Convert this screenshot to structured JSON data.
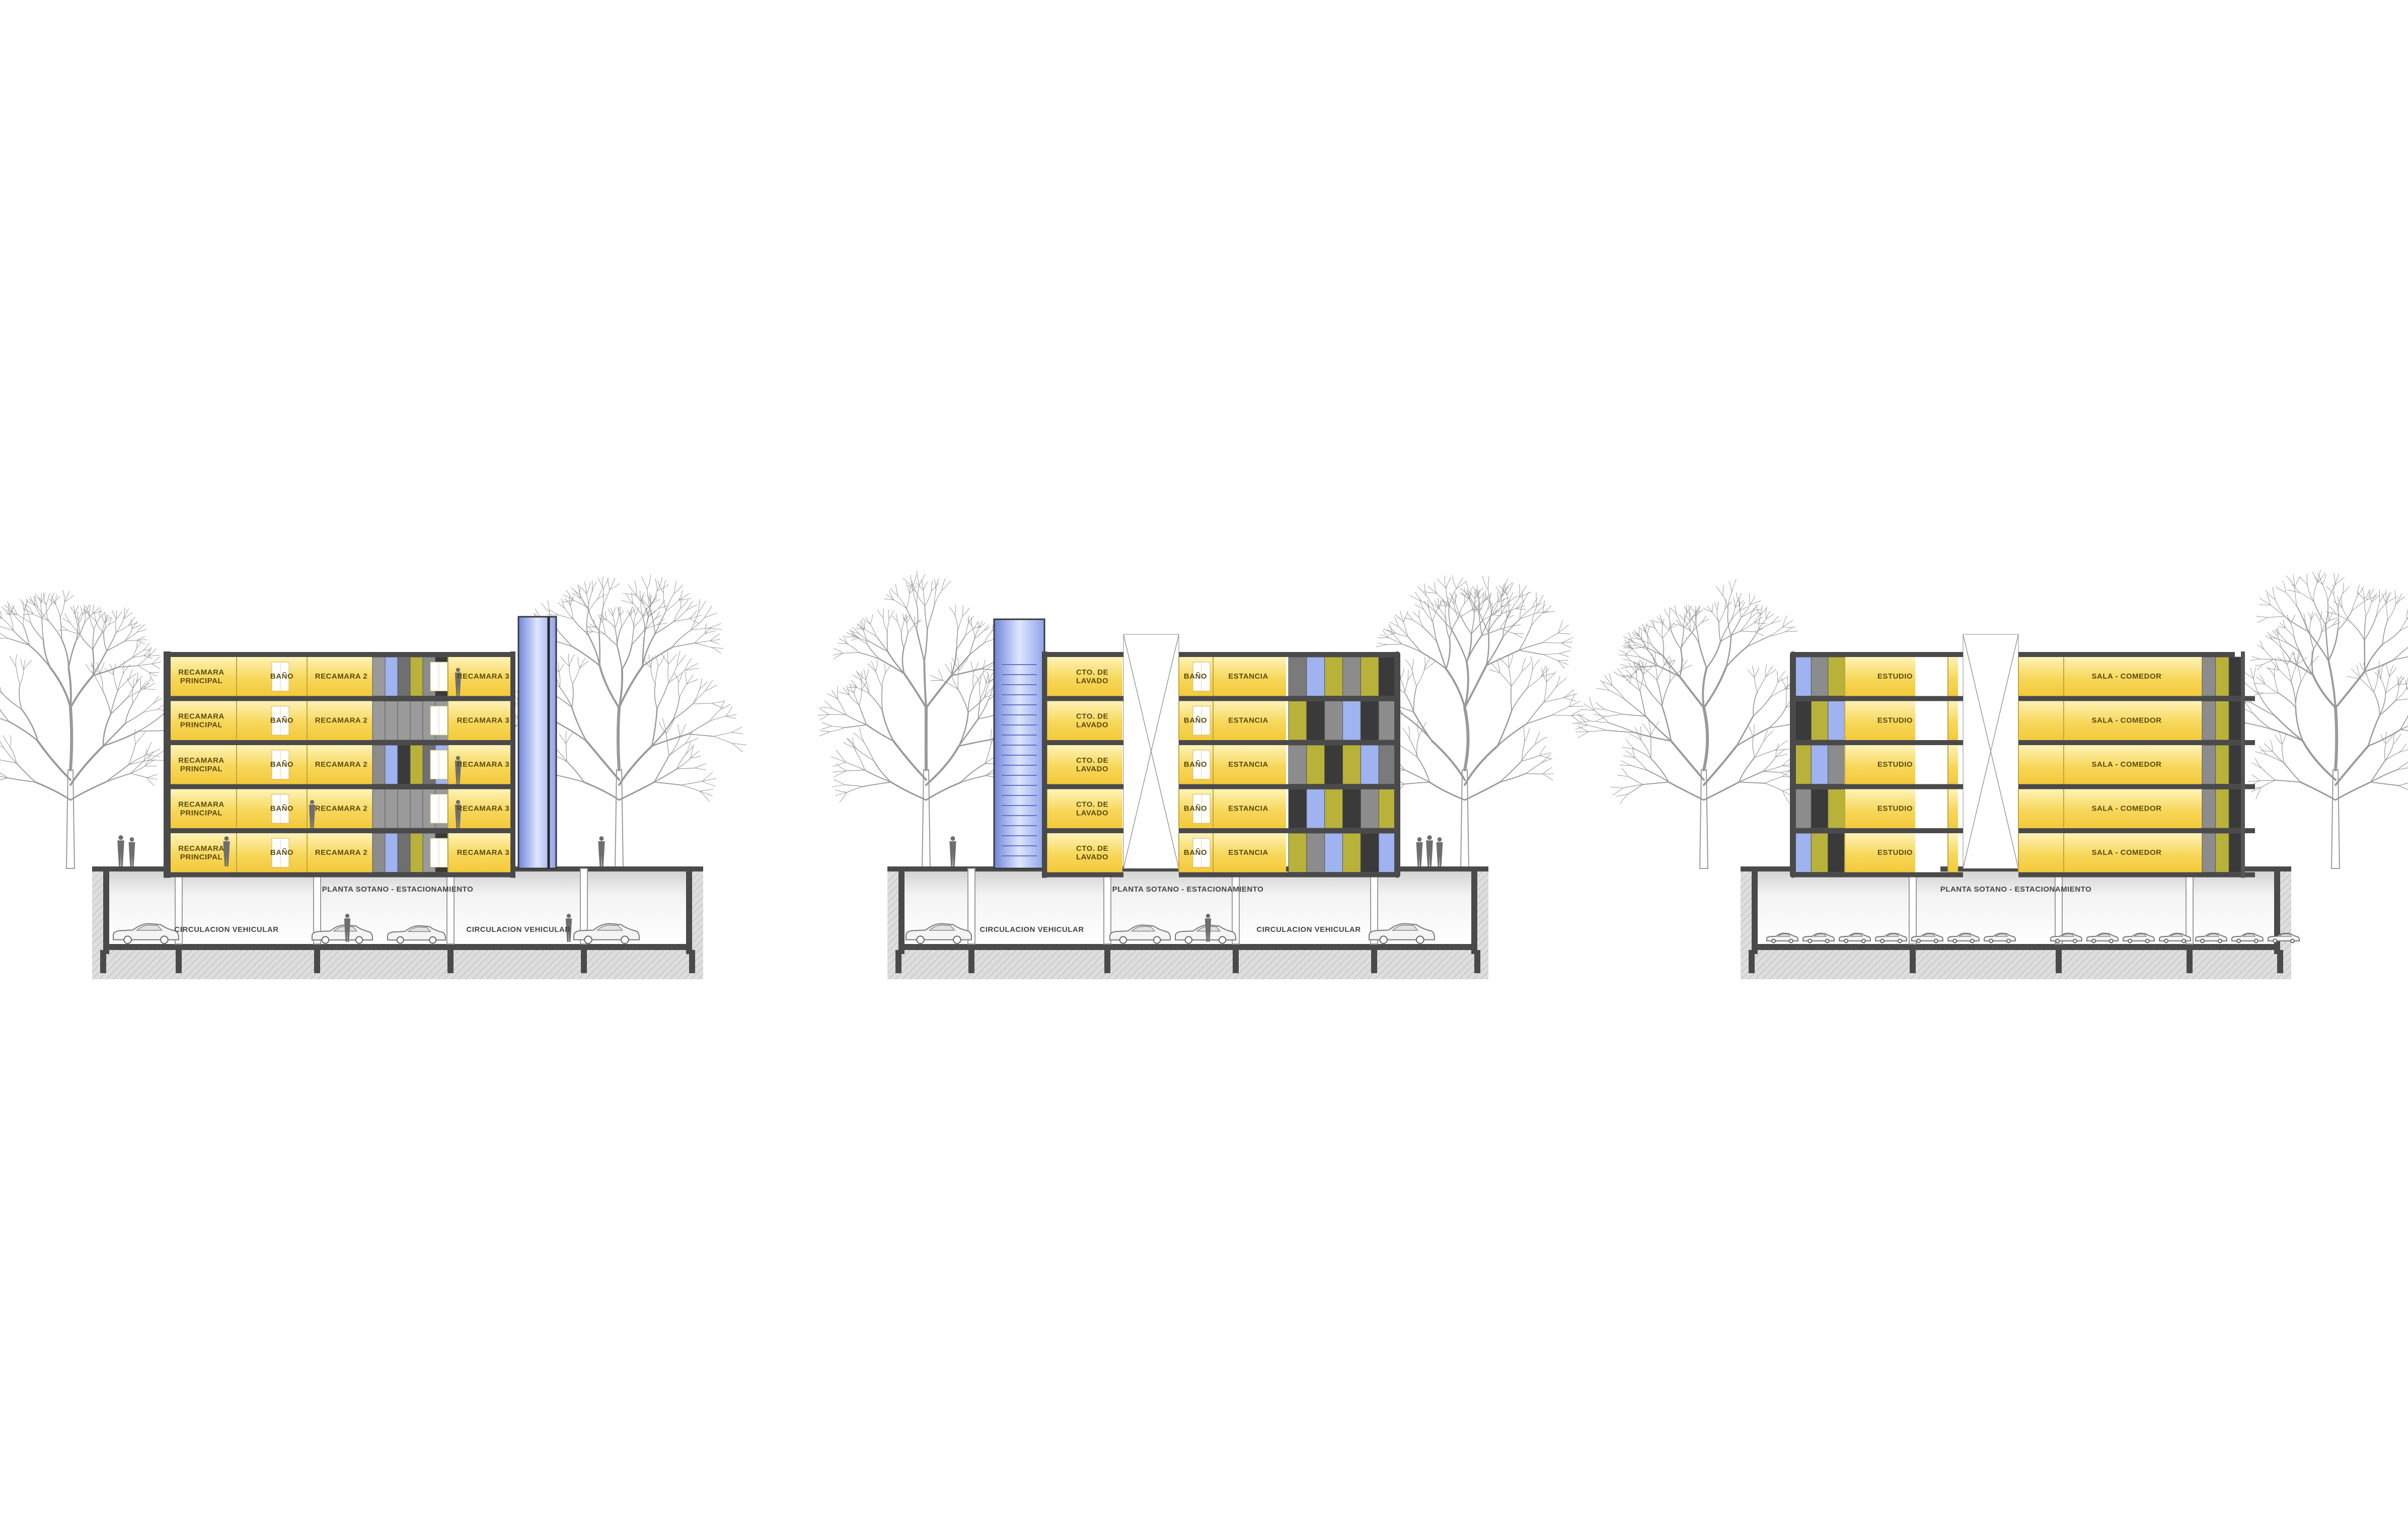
{
  "colors": {
    "room_fill": "#f7d75a",
    "room_fill_light": "#fff1b0",
    "slab": "#4a4a4a",
    "grey_panel": "#8c8c8c",
    "dark_panel": "#3a3a3a",
    "olive_panel": "#b9b23a",
    "glass_blue": "#9fb3f0",
    "basement_fill": "#eeeeee",
    "soil": "#d8d8d8",
    "tree_line": "#9a9a9a",
    "person": "#6e6e6e"
  },
  "sections": [
    {
      "name": "section-1",
      "floor_labels": [
        [
          "RECAMARA PRINCIPAL",
          "BAÑO",
          "RECAMARA 2",
          "RECAMARA 3"
        ],
        [
          "RECAMARA PRINCIPAL",
          "BAÑO",
          "RECAMARA 2",
          "RECAMARA 3"
        ],
        [
          "RECAMARA PRINCIPAL",
          "BAÑO",
          "RECAMARA 2",
          "RECAMARA 3"
        ],
        [
          "RECAMARA PRINCIPAL",
          "BAÑO",
          "RECAMARA 2",
          "RECAMARA 3"
        ],
        [
          "RECAMARA PRINCIPAL",
          "BAÑO",
          "RECAMARA 2",
          "RECAMARA 3"
        ]
      ],
      "basement_title": "PLANTA SOTANO - ESTACIONAMIENTO",
      "circulation_labels": [
        "CIRCULACION VEHICULAR",
        "CIRCULACION VEHICULAR"
      ]
    },
    {
      "name": "section-2",
      "floor_labels": [
        [
          "CTO. DE LAVADO",
          "BAÑO",
          "ESTANCIA"
        ],
        [
          "CTO. DE LAVADO",
          "BAÑO",
          "ESTANCIA"
        ],
        [
          "CTO. DE LAVADO",
          "BAÑO",
          "ESTANCIA"
        ],
        [
          "CTO. DE LAVADO",
          "BAÑO",
          "ESTANCIA"
        ],
        [
          "CTO. DE LAVADO",
          "BAÑO",
          "ESTANCIA"
        ]
      ],
      "basement_title": "PLANTA SOTANO - ESTACIONAMIENTO",
      "circulation_labels": [
        "CIRCULACION VEHICULAR",
        "CIRCULACION VEHICULAR"
      ]
    },
    {
      "name": "section-3",
      "floor_labels": [
        [
          "ESTUDIO",
          "SALA - COMEDOR"
        ],
        [
          "ESTUDIO",
          "SALA - COMEDOR"
        ],
        [
          "ESTUDIO",
          "SALA - COMEDOR"
        ],
        [
          "ESTUDIO",
          "SALA - COMEDOR"
        ],
        [
          "ESTUDIO",
          "SALA - COMEDOR"
        ]
      ],
      "basement_title": "PLANTA SOTANO - ESTACIONAMIENTO",
      "circulation_labels": []
    }
  ]
}
